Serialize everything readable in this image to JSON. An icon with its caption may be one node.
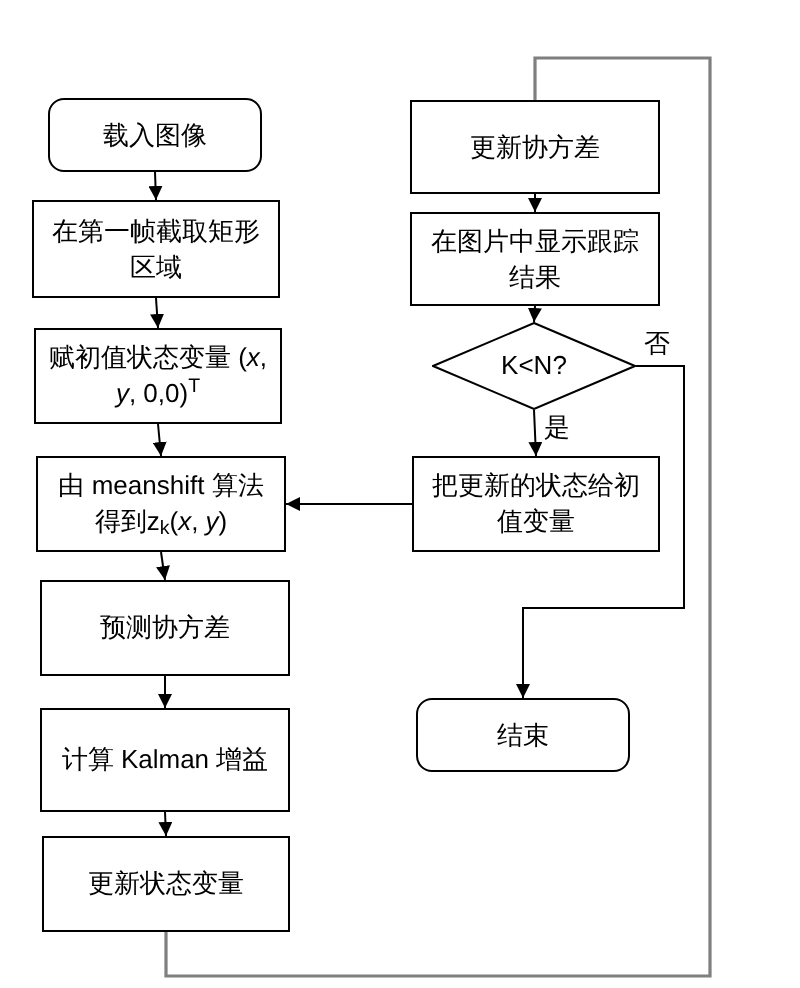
{
  "diagram": {
    "nodes": [
      {
        "text": [
          "载入图像"
        ]
      },
      {
        "text": [
          "在第一帧截取矩形区域"
        ]
      },
      {
        "text": [
          "赋初值状态变量 (*x*, *y*, 0,0)$^{T}$"
        ]
      },
      {
        "text": [
          "由 meanshift 算法得到z$_{k}$(*x*, *y*)"
        ]
      },
      {
        "text": [
          "预测协方差"
        ]
      },
      {
        "text": [
          "计算 Kalman 增益"
        ]
      },
      {
        "text": [
          "更新状态变量"
        ]
      },
      {
        "text": [
          "更新协方差"
        ]
      },
      {
        "text": [
          "在图片中显示跟踪结果"
        ]
      },
      {
        "text": [
          "K<N?"
        ]
      },
      {
        "text": [
          "把更新的状态给初值变量"
        ]
      },
      {
        "text": [
          "结束"
        ]
      }
    ],
    "edges": [
      {
        "from": 0,
        "to": 1,
        "arrow": "to"
      },
      {
        "from": 1,
        "to": 2,
        "arrow": "to"
      },
      {
        "from": 2,
        "to": 3,
        "arrow": "to"
      },
      {
        "from": 3,
        "to": 4,
        "arrow": "to"
      },
      {
        "from": 4,
        "to": 5,
        "arrow": "to"
      },
      {
        "from": 5,
        "to": 6,
        "arrow": "to"
      },
      {
        "from": 6,
        "to": 7,
        "arrow": "none",
        "color": "#7f7f7f"
      },
      {
        "from": 7,
        "to": 8,
        "arrow": "to"
      },
      {
        "from": 8,
        "to": 9,
        "arrow": "to"
      },
      {
        "from": 9,
        "to": 10,
        "arrow": "to",
        "label": "是"
      },
      {
        "from": 9,
        "to": 11,
        "arrow": "to",
        "label": "否"
      },
      {
        "from": 10,
        "to": 3,
        "arrow": "to"
      }
    ]
  }
}
